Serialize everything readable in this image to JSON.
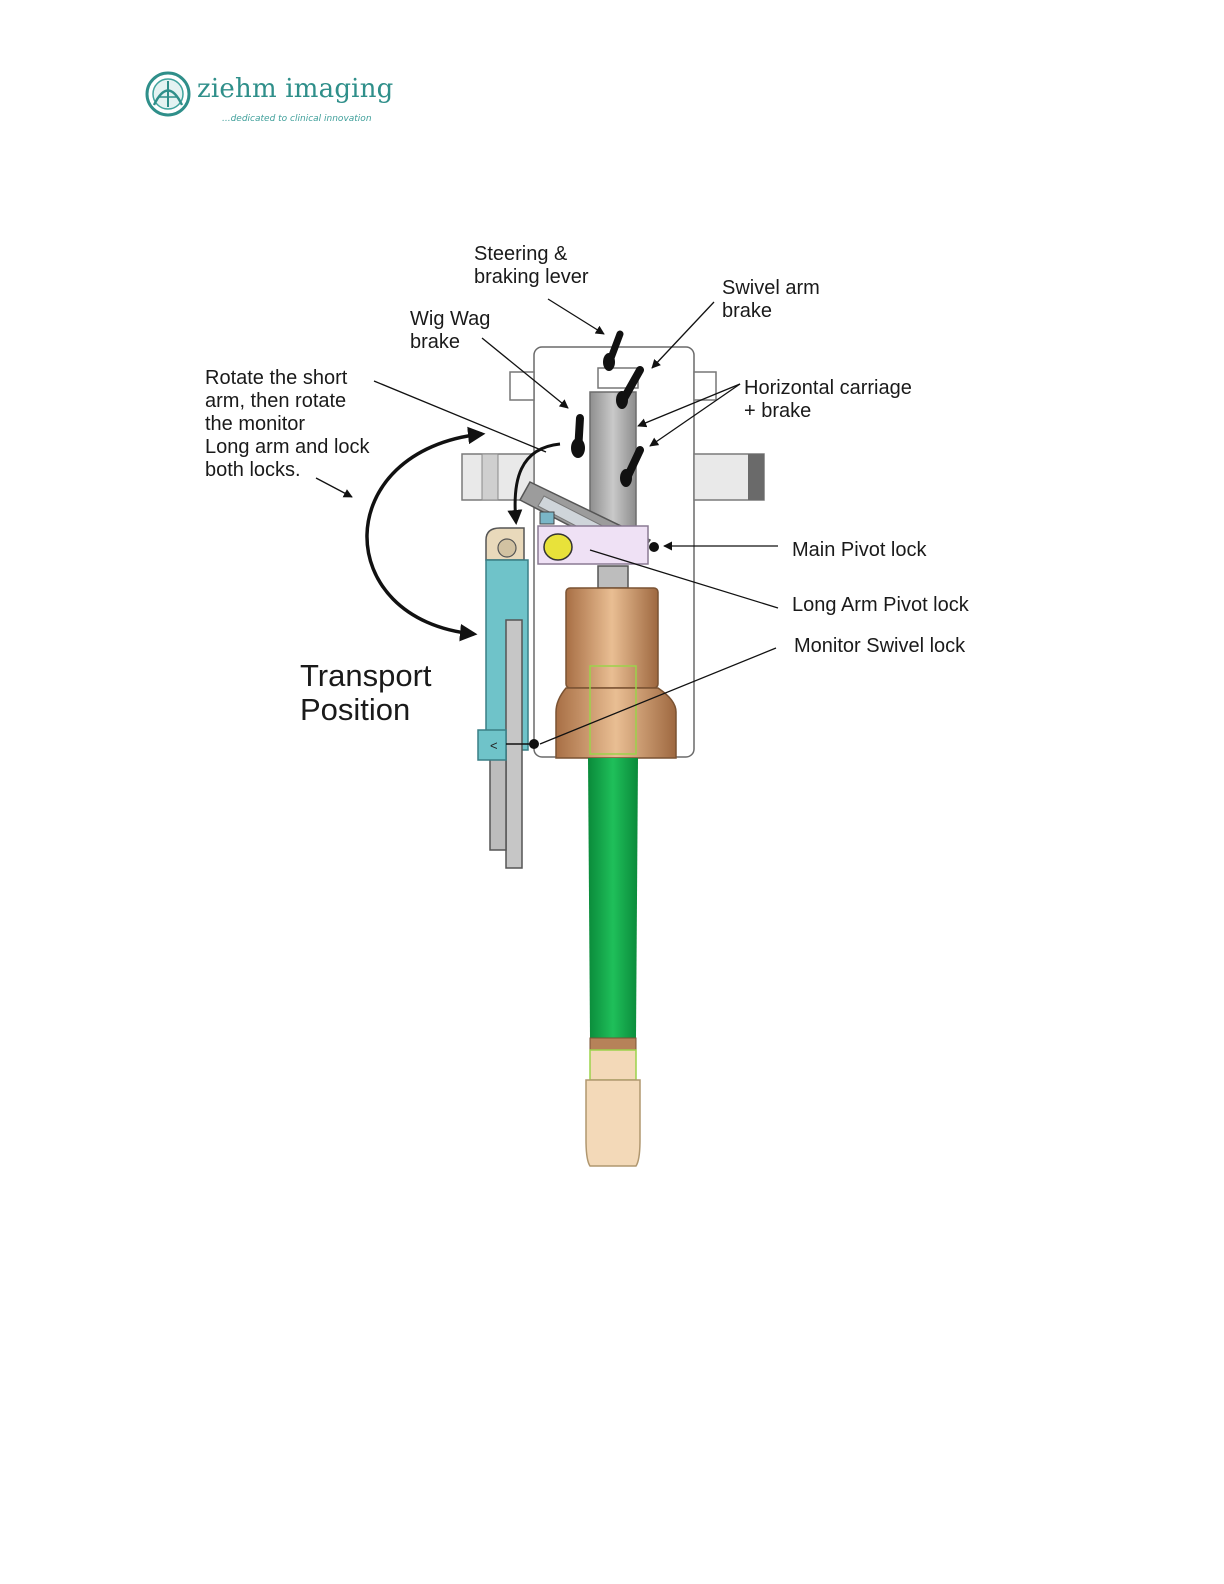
{
  "brand": {
    "name": "ziehm imaging",
    "tagline": "...dedicated to clinical innovation",
    "color": "#2f8f8a"
  },
  "diagram": {
    "labels": {
      "steering_line1": "Steering &",
      "steering_line2": "braking lever",
      "swivel_line1": "Swivel arm",
      "swivel_line2": "brake",
      "wigwag_line1": "Wig Wag",
      "wigwag_line2": "brake",
      "rotate_line1": "Rotate the short",
      "rotate_line2": "arm, then rotate",
      "rotate_line3": "the monitor",
      "rotate_line4": "Long arm and lock",
      "rotate_line5": "both locks.",
      "carriage_line1": "Horizontal carriage",
      "carriage_line2": "+ brake",
      "main_pivot": "Main Pivot lock",
      "long_arm_pivot": "Long Arm Pivot lock",
      "monitor_swivel": "Monitor Swivel lock",
      "transport_line1": "Transport",
      "transport_line2": "Position"
    },
    "colors": {
      "column": "#a8a8a8",
      "arm": "#6fc3c9",
      "generator": "#c8956a",
      "c_arm": "#12a24a",
      "detector": "#f3d9b8",
      "knob": "#e8e23a"
    }
  }
}
